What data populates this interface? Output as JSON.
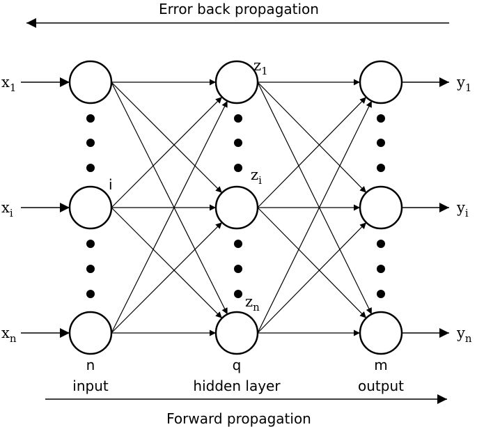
{
  "top_arrow_label": "Error back propagation",
  "bottom_arrow_label": "Forward propagation",
  "layers": [
    {
      "name": "input",
      "count_label": "n",
      "node_labels": [
        "",
        "i",
        ""
      ]
    },
    {
      "name": "hidden layer",
      "count_label": "q",
      "node_labels": [
        "z1",
        "zi",
        "zn"
      ]
    },
    {
      "name": "output",
      "count_label": "m",
      "node_labels": [
        "",
        "",
        ""
      ]
    }
  ],
  "inputs": [
    {
      "base": "x",
      "sub": "1"
    },
    {
      "base": "x",
      "sub": "i"
    },
    {
      "base": "x",
      "sub": "n"
    }
  ],
  "outputs": [
    {
      "base": "y",
      "sub": "1"
    },
    {
      "base": "y",
      "sub": "i"
    },
    {
      "base": "y",
      "sub": "n"
    }
  ],
  "hidden_labels": [
    {
      "base": "z",
      "sub": "1"
    },
    {
      "base": "z",
      "sub": "i"
    },
    {
      "base": "z",
      "sub": "n"
    }
  ],
  "input_node_label": "i"
}
